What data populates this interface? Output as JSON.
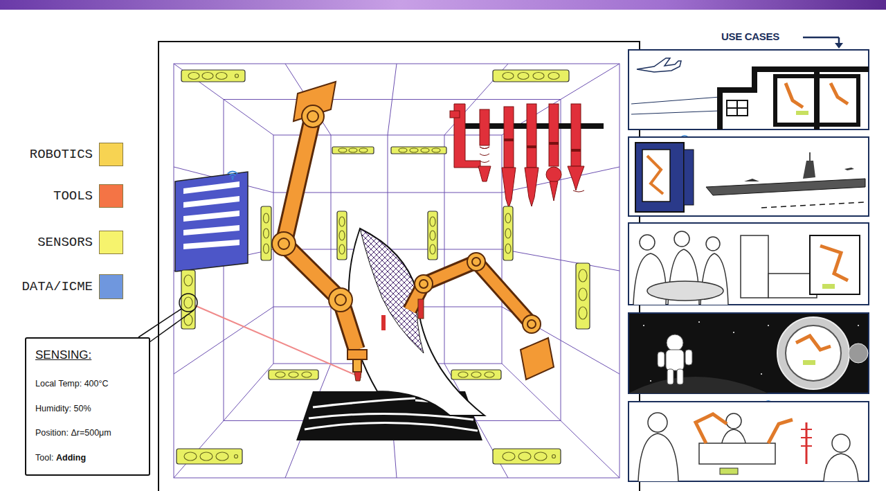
{
  "diagram": {
    "nodes": [
      {
        "text": [
          "SENSING:",
          "Local Temp: 400°C",
          "Humidity: 50%",
          "Position: Δr=500μm",
          "Tool:",
          "Adding"
        ]
      }
    ],
    "labels": [
      "USE CASES"
    ],
    "legend": [
      {
        "text": "ROBOTICS",
        "color": "#f7d352"
      },
      {
        "text": "TOOLS",
        "color": "#f47445"
      },
      {
        "text": "SENSORS",
        "color": "#f6f36d"
      },
      {
        "text": "DATA/ICME",
        "color": "#6f97de"
      }
    ]
  }
}
